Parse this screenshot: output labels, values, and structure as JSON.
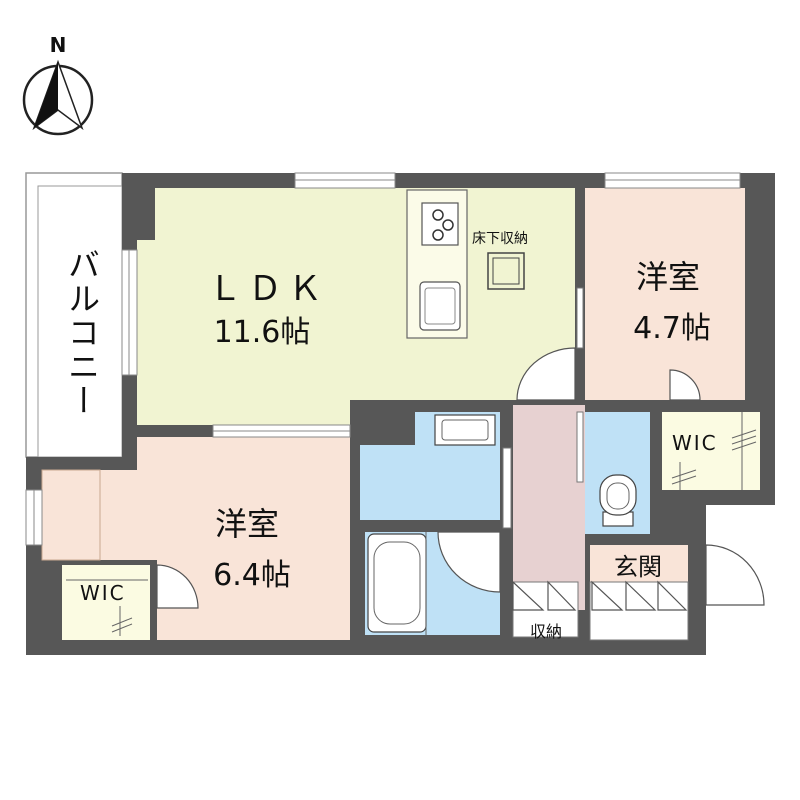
{
  "compass": {
    "label": "N"
  },
  "rooms": {
    "balcony": {
      "label": "バルコニー"
    },
    "ldk": {
      "name": "ＬＤＫ",
      "size": "11.6帖"
    },
    "underfloor": {
      "label": "床下収納"
    },
    "western_north": {
      "name": "洋室",
      "size": "4.7帖"
    },
    "wic_north": {
      "label": "WIC"
    },
    "western_south": {
      "name": "洋室",
      "size": "6.4帖"
    },
    "wic_south": {
      "label": "WIC"
    },
    "entrance": {
      "label": "玄関"
    },
    "storage": {
      "label": "収納"
    }
  },
  "colors": {
    "wall": "#575757",
    "ldk": "#f1f4d2",
    "western": "#f9e4d8",
    "wic": "#fbfbe2",
    "water": "#bfe1f6",
    "hall": "#e7d1d1",
    "window": "#ffffff"
  }
}
